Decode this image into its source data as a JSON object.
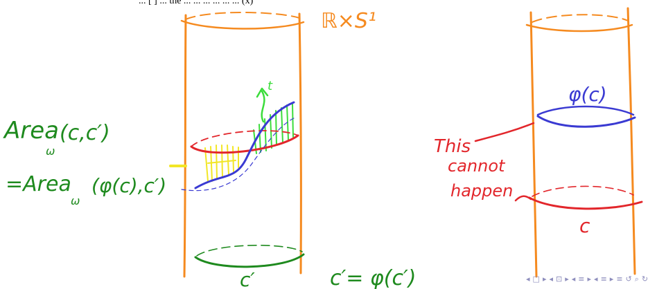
{
  "top_caption": "... [ ] ... the ... ... ... ... ... ... (x)",
  "colors": {
    "orange": "#f58a1f",
    "green": "#1e8a1e",
    "bright_green": "#3bdc3b",
    "red": "#e2262b",
    "blue": "#3a3ad2",
    "yellow": "#f2e626",
    "nav": "#8e8ebd"
  },
  "labels": {
    "space": "ℝ×S¹",
    "area_lhs": "Area",
    "area_lhs_sub": "ω",
    "area_lhs_args": "(c,c′)",
    "area_rhs": "=Area",
    "area_rhs_sub": "ω",
    "area_rhs_args": "(φ(c),c′)",
    "c_prime": "c′",
    "c_prime_eq": "c′= φ(c′)",
    "phi_c": "φ(c)",
    "this_line1": "This",
    "this_line2": "cannot",
    "this_line3": "happen",
    "c_right": "c",
    "t_arrow": "t"
  },
  "nav": {
    "icons": [
      "◂",
      "□",
      "▸",
      "◂",
      "⊡",
      "▸",
      "◂",
      "≡",
      "▸",
      "◂",
      "≡",
      "▸",
      "≡",
      "↺",
      "⌕",
      "↻"
    ]
  }
}
